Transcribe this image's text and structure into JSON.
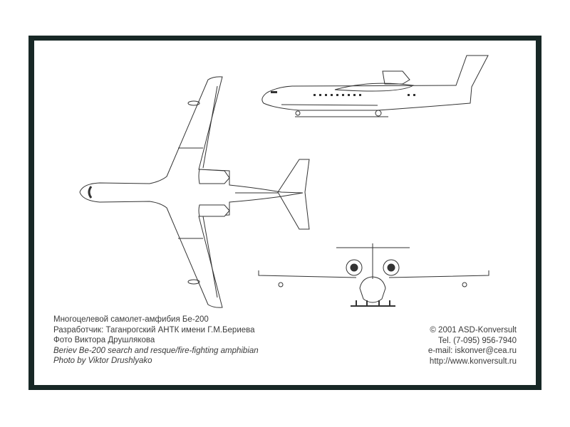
{
  "caption": {
    "title_ru": "Многоцелевой самолет-амфибия Бе-200",
    "developer_ru": "Разработчик: Таганрогский АНТК имени Г.М.Бериева",
    "photo_ru": "Фото Виктора Друшлякова",
    "title_en": "Beriev Be-200 search and resque/fire-fighting amphibian",
    "photo_en": "Photo by Viktor Drushlyako"
  },
  "publisher": {
    "copyright": "© 2001 ASD-Konversult",
    "tel": "Tel. (7-095) 956-7940",
    "email": "e-mail: iskonver@cea.ru",
    "web": "http://www.konversult.ru"
  },
  "colors": {
    "frame": "#182826",
    "line": "#333333"
  }
}
